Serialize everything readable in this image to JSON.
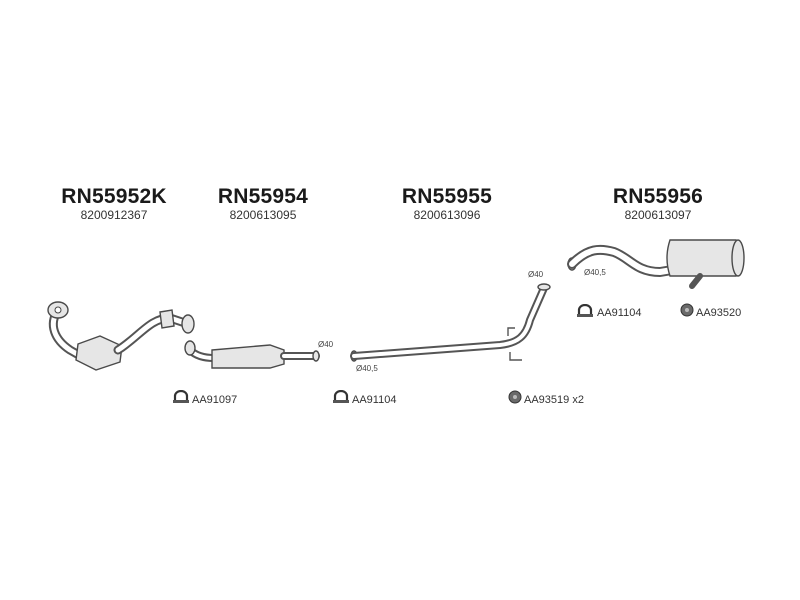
{
  "parts": [
    {
      "code": "RN55952K",
      "oem": "8200912367"
    },
    {
      "code": "RN55954",
      "oem": "8200613095"
    },
    {
      "code": "RN55955",
      "oem": "8200613096"
    },
    {
      "code": "RN55956",
      "oem": "8200613097"
    }
  ],
  "dimensions": {
    "d40_a": "Ø40",
    "d40_5_a": "Ø40,5",
    "d40_b": "Ø40",
    "d40_5_b": "Ø40,5"
  },
  "accessories": [
    {
      "code": "AA91097",
      "icon": "clamp-icon"
    },
    {
      "code": "AA91104",
      "icon": "clamp-icon"
    },
    {
      "code": "AA93519 x2",
      "icon": "rubber-mount-icon"
    },
    {
      "code": "AA91104",
      "icon": "clamp-icon"
    },
    {
      "code": "AA93520",
      "icon": "rubber-mount-icon"
    }
  ]
}
